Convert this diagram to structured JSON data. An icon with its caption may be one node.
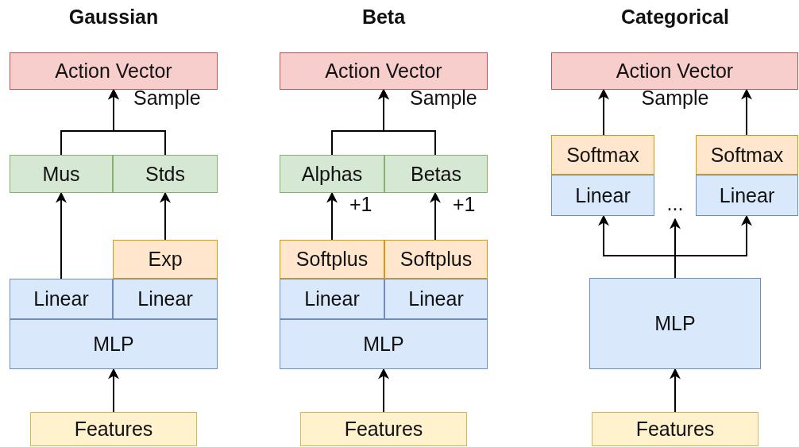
{
  "diagram": {
    "nodes": [
      {
        "text": [
          "Action Vector"
        ]
      },
      {
        "text": [
          "Mus"
        ]
      },
      {
        "text": [
          "Stds"
        ]
      },
      {
        "text": [
          "Exp"
        ]
      },
      {
        "text": [
          "Linear"
        ]
      },
      {
        "text": [
          "Linear"
        ]
      },
      {
        "text": [
          "MLP"
        ]
      },
      {
        "text": [
          "Features"
        ]
      },
      {
        "text": [
          "Action Vector"
        ]
      },
      {
        "text": [
          "Alphas"
        ]
      },
      {
        "text": [
          "Betas"
        ]
      },
      {
        "text": [
          "Softplus"
        ]
      },
      {
        "text": [
          "Softplus"
        ]
      },
      {
        "text": [
          "Linear"
        ]
      },
      {
        "text": [
          "Linear"
        ]
      },
      {
        "text": [
          "MLP"
        ]
      },
      {
        "text": [
          "Features"
        ]
      },
      {
        "text": [
          "Action Vector"
        ]
      },
      {
        "text": [
          "Softmax"
        ]
      },
      {
        "text": [
          "Softmax"
        ]
      },
      {
        "text": [
          "Linear"
        ]
      },
      {
        "text": [
          "..."
        ]
      },
      {
        "text": [
          "Linear"
        ]
      },
      {
        "text": [
          "MLP"
        ]
      },
      {
        "text": [
          "Features"
        ]
      }
    ],
    "edges": [
      {
        "from": 1,
        "to": 0,
        "arrow": "to",
        "label": "Sample"
      },
      {
        "from": 2,
        "to": 0,
        "arrow": "to"
      },
      {
        "from": 4,
        "to": 1,
        "arrow": "to"
      },
      {
        "from": 3,
        "to": 2,
        "arrow": "to"
      },
      {
        "from": 7,
        "to": 6,
        "arrow": "to"
      },
      {
        "from": 9,
        "to": 8,
        "arrow": "to",
        "label": "Sample"
      },
      {
        "from": 10,
        "to": 8,
        "arrow": "to"
      },
      {
        "from": 11,
        "to": 9,
        "arrow": "to",
        "label": "+1"
      },
      {
        "from": 12,
        "to": 10,
        "arrow": "to",
        "label": "+1"
      },
      {
        "from": 16,
        "to": 15,
        "arrow": "to"
      },
      {
        "from": 18,
        "to": 17,
        "arrow": "to"
      },
      {
        "from": 19,
        "to": 17,
        "arrow": "to"
      },
      {
        "from": 23,
        "to": 20,
        "arrow": "to"
      },
      {
        "from": 23,
        "to": 21,
        "arrow": "to"
      },
      {
        "from": 23,
        "to": 22,
        "arrow": "to"
      },
      {
        "from": 24,
        "to": 23,
        "arrow": "to"
      }
    ],
    "labels": [
      "Gaussian",
      "Beta",
      "Categorical",
      "Sample"
    ]
  }
}
